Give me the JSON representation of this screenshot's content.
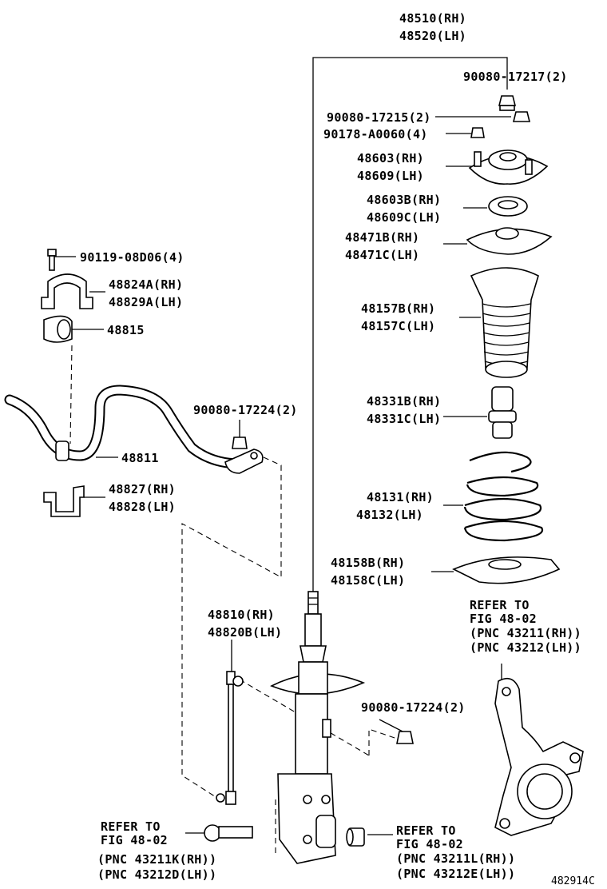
{
  "labels": {
    "strut_rh": "48510(RH)",
    "strut_lh": "48520(LH)",
    "nut_top": "90080-17217(2)",
    "nut_mid": "90080-17215(2)",
    "nut_small": "90178-A0060(4)",
    "support_rh": "48603(RH)",
    "support_lh": "48609(LH)",
    "bearing_rh": "48603B(RH)",
    "bearing_lh": "48609C(LH)",
    "seat_rh": "48471B(RH)",
    "seat_lh": "48471C(LH)",
    "boot_rh": "48157B(RH)",
    "boot_lh": "48157C(LH)",
    "bumper_rh": "48331B(RH)",
    "bumper_lh": "48331C(LH)",
    "spring_rh": "48131(RH)",
    "spring_lh": "48132(LH)",
    "insulator_rh": "48158B(RH)",
    "insulator_lh": "48158C(LH)",
    "bolt": "90119-08D06(4)",
    "bracket_rh": "48824A(RH)",
    "bracket_lh": "48829A(LH)",
    "bushing": "48815",
    "stab_nut": "90080-17224(2)",
    "stabilizer": "48811",
    "clamp_rh": "48827(RH)",
    "clamp_lh": "48828(LH)",
    "link_rh": "48810(RH)",
    "link_lh": "48820B(LH)",
    "link_nut": "90080-17224(2)",
    "fig_code": "482914C"
  },
  "refers": {
    "knuckle": [
      "REFER TO",
      "FIG 48-02",
      "(PNC 43211(RH))",
      "(PNC 43212(LH))"
    ],
    "bolt": [
      "REFER TO",
      "FIG 48-02",
      "(PNC 43211K(RH))",
      "(PNC 43212D(LH))"
    ],
    "nut": [
      "REFER TO",
      "FIG 48-02",
      "(PNC 43211L(RH))",
      "(PNC 43212E(LH))"
    ]
  }
}
